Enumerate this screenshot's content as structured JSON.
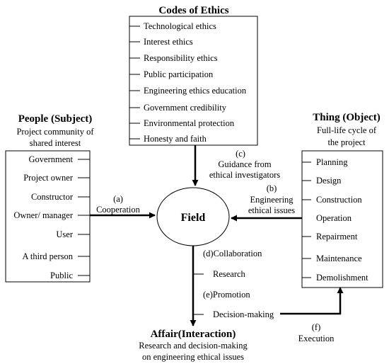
{
  "codes": {
    "title": "Codes of Ethics",
    "items": [
      "Technological ethics",
      "Interest ethics",
      "Responsibility ethics",
      "Public participation",
      "Engineering ethics education",
      "Government credibility",
      "Environmental protection",
      "Honesty and faith"
    ]
  },
  "people": {
    "title": "People (Subject)",
    "subtitle": [
      "Project community of",
      "shared interest"
    ],
    "items": [
      "Government",
      "Project owner",
      "Constructor",
      "Owner/ manager",
      "User",
      "A third person",
      "Public"
    ]
  },
  "thing": {
    "title": "Thing (Object)",
    "subtitle": [
      "Full-life cycle of",
      "the project"
    ],
    "items": [
      "Planning",
      "Design",
      "Construction",
      "Operation",
      "Repairment",
      "Maintenance",
      "Demolishment"
    ]
  },
  "center": {
    "label": "Field"
  },
  "affair": {
    "title": "Affair(Interaction)",
    "subtitle": [
      "Research and decision-making",
      "on engineering ethical issues"
    ],
    "items": [
      "(d)Collaboration",
      "Research",
      "(e)Promotion",
      "Decision-making"
    ]
  },
  "links": {
    "a": [
      "(a)",
      "Cooperation"
    ],
    "b": [
      "(b)",
      "Engineering",
      "ethical issues"
    ],
    "c": [
      "(c)",
      "Guidance from",
      "ethical investigators"
    ],
    "f": [
      "(f)",
      "Execution"
    ]
  }
}
